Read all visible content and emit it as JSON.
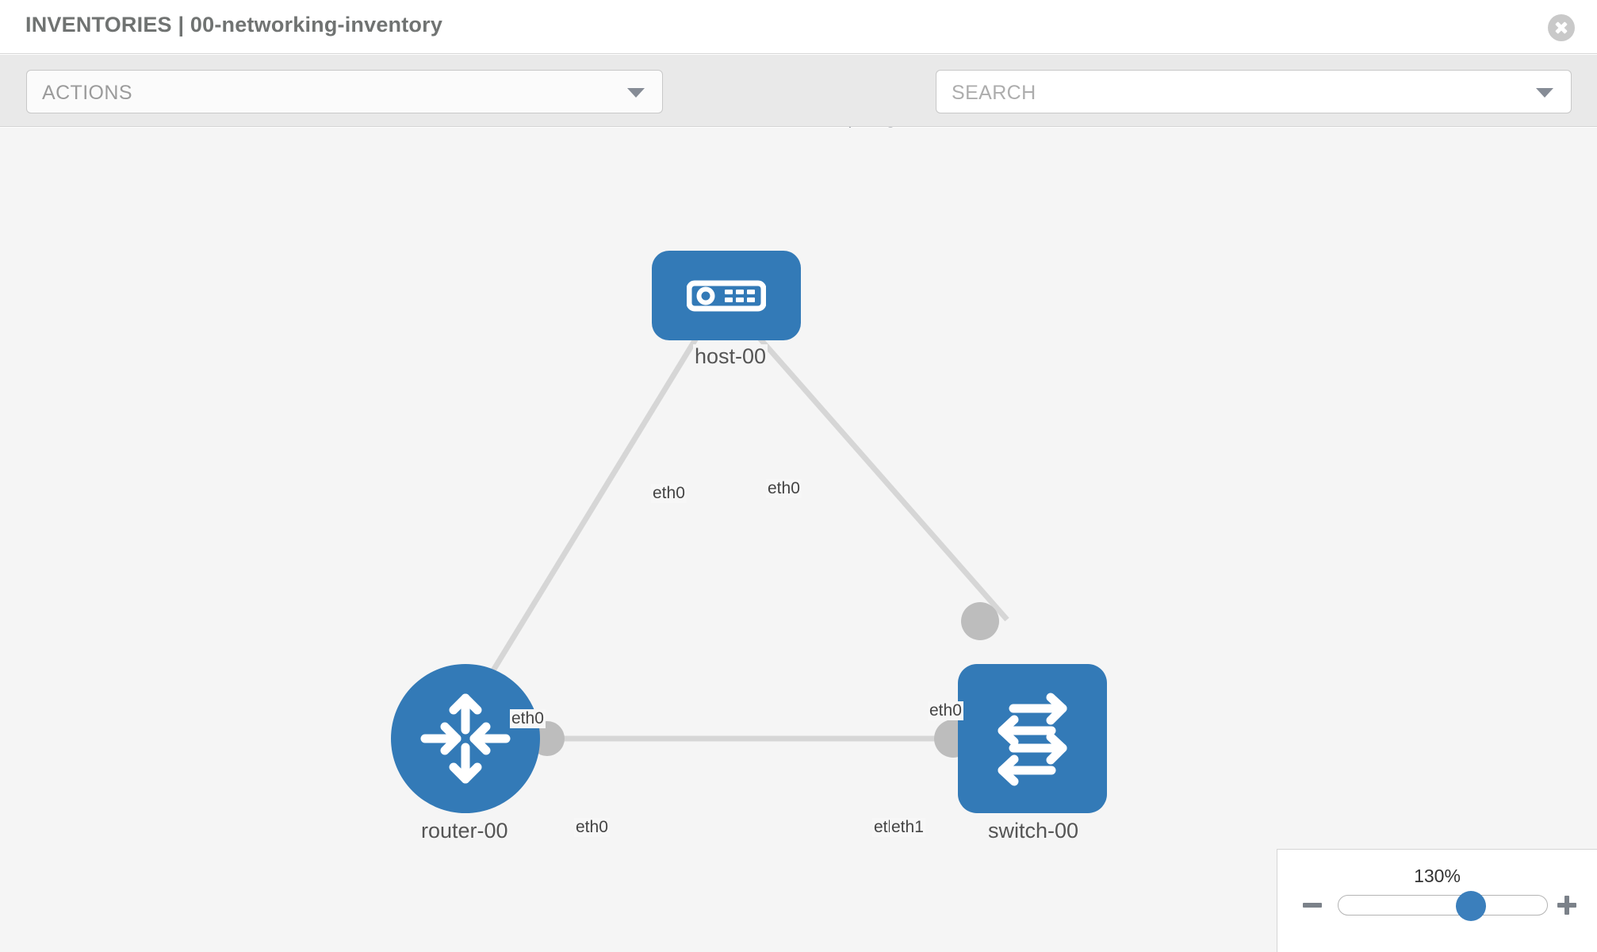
{
  "header": {
    "title": "INVENTORIES | 00-networking-inventory",
    "close_icon": "close-circle-icon"
  },
  "toolbar": {
    "actions_label": "ACTIONS",
    "actions_caret": "chevron-down-icon",
    "wrench_icon": "wrench-icon",
    "key_icon": "key-icon",
    "search_placeholder": "SEARCH",
    "search_caret": "chevron-down-icon"
  },
  "topology": {
    "nodes": [
      {
        "id": "host-00",
        "label": "host-00",
        "type": "host",
        "icon": "server-icon",
        "shape": "rounded-rect",
        "color": "#337ab7"
      },
      {
        "id": "router-00",
        "label": "router-00",
        "type": "router",
        "icon": "router-arrows-icon",
        "shape": "circle",
        "color": "#337ab7"
      },
      {
        "id": "switch-00",
        "label": "switch-00",
        "type": "switch",
        "icon": "switch-arrows-icon",
        "shape": "rounded-square",
        "color": "#337ab7"
      }
    ],
    "interfaces": [
      {
        "id": "if-host-left",
        "label": "eth0"
      },
      {
        "id": "if-host-right",
        "label": "eth0"
      },
      {
        "id": "if-router-top",
        "label": "eth0"
      },
      {
        "id": "if-router-right",
        "label": "eth0"
      },
      {
        "id": "if-switch-top",
        "label": "eth0"
      },
      {
        "id": "if-switch-left-a",
        "label": "eth0"
      },
      {
        "id": "if-switch-left-b",
        "label": "eth1"
      }
    ],
    "links": [
      {
        "from": "host-00",
        "to": "router-00"
      },
      {
        "from": "host-00",
        "to": "switch-00"
      },
      {
        "from": "router-00",
        "to": "switch-00"
      }
    ],
    "link_color": "#d6d6d6",
    "connector_color": "#bdbdbd"
  },
  "zoom": {
    "value_label": "130%",
    "percent": 130,
    "minus_label": "zoom-out",
    "plus_label": "zoom-in"
  }
}
